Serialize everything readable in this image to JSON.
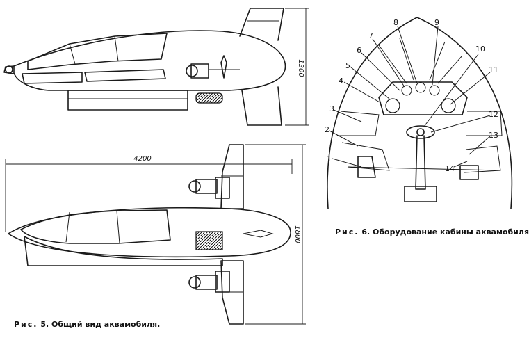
{
  "dimensions": {
    "height_side": "1300",
    "length_top": "4200",
    "width_top": "1800"
  },
  "callouts": [
    "1",
    "2",
    "3",
    "4",
    "5",
    "6",
    "7",
    "8",
    "9",
    "10",
    "11",
    "12",
    "13",
    "14"
  ],
  "captions": {
    "fig5_label": "Рис.",
    "fig5_text": "5. Общий вид аквамобиля.",
    "fig6_label": "Рис.",
    "fig6_text": "6. Оборудование кабины аквамобиля"
  }
}
